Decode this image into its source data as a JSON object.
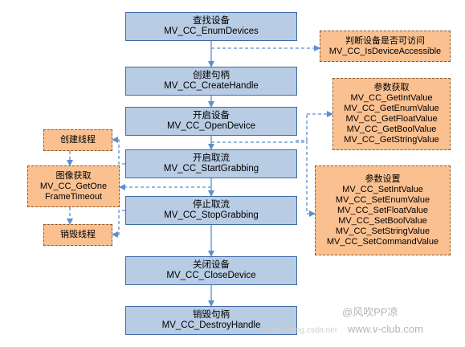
{
  "main_steps": [
    {
      "title": "查找设备",
      "api": "MV_CC_EnumDevices"
    },
    {
      "title": "创建句柄",
      "api": "MV_CC_CreateHandle"
    },
    {
      "title": "开启设备",
      "api": "MV_CC_OpenDevice"
    },
    {
      "title": "开启取流",
      "api": "MV_CC_StartGrabbing"
    },
    {
      "title": "停止取流",
      "api": "MV_CC_StopGrabbing"
    },
    {
      "title": "关闭设备",
      "api": "MV_CC_CloseDevice"
    },
    {
      "title": "销毁句柄",
      "api": "MV_CC_DestroyHandle"
    }
  ],
  "side_nodes": {
    "check_access": {
      "title": "判断设备是否可访问",
      "api": "MV_CC_IsDeviceAccessible"
    },
    "get_params": {
      "title": "参数获取",
      "apis": [
        "MV_CC_GetIntValue",
        "MV_CC_GetEnumValue",
        "MV_CC_GetFloatValue",
        "MV_CC_GetBoolValue",
        "MV_CC_GetStringValue"
      ]
    },
    "set_params": {
      "title": "参数设置",
      "apis": [
        "MV_CC_SetIntValue",
        "MV_CC_SetEnumValue",
        "MV_CC_SetFloatValue",
        "MV_CC_SetBoolValue",
        "MV_CC_SetStringValue",
        "MV_CC_SetCommandValue"
      ]
    },
    "create_thread": {
      "title": "创建线程"
    },
    "get_image": {
      "lines": [
        "图像获取",
        "MV_CC_GetOne",
        "FrameTimeout"
      ]
    },
    "destroy_thread": {
      "title": "销毁线程"
    }
  },
  "watermark": {
    "author": "@风吹PP凉",
    "site": "www.v-club.com",
    "url": "https://blog.csdn.net"
  },
  "colors": {
    "main_fill": "#b8cce4",
    "main_border": "#3f6ba5",
    "side_fill": "#fac090",
    "side_border": "#8a5a2e",
    "connector": "#5b8fd0"
  }
}
